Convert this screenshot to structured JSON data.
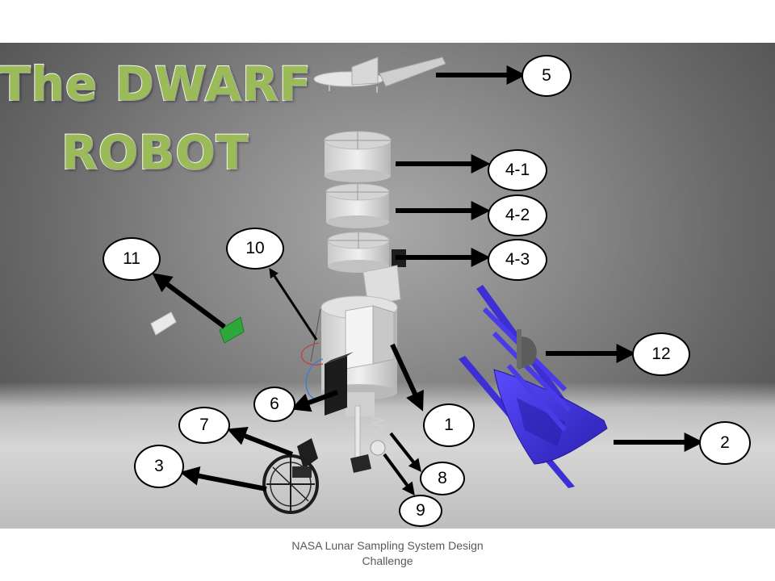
{
  "title": {
    "line1": "The DWARF",
    "line2": "ROBOT"
  },
  "callouts": {
    "c5": "5",
    "c41": "4-1",
    "c42": "4-2",
    "c43": "4-3",
    "c11": "11",
    "c10": "10",
    "c12": "12",
    "c6": "6",
    "c1": "1",
    "c7": "7",
    "c2": "2",
    "c3": "3",
    "c8": "8",
    "c9": "9"
  },
  "footer": {
    "line1": "NASA Lunar Sampling System Design",
    "line2": "Challenge"
  },
  "colors": {
    "title_green": "#9bbb59",
    "blue_part": "#3d2fd4",
    "green_part": "#2fa83a"
  }
}
